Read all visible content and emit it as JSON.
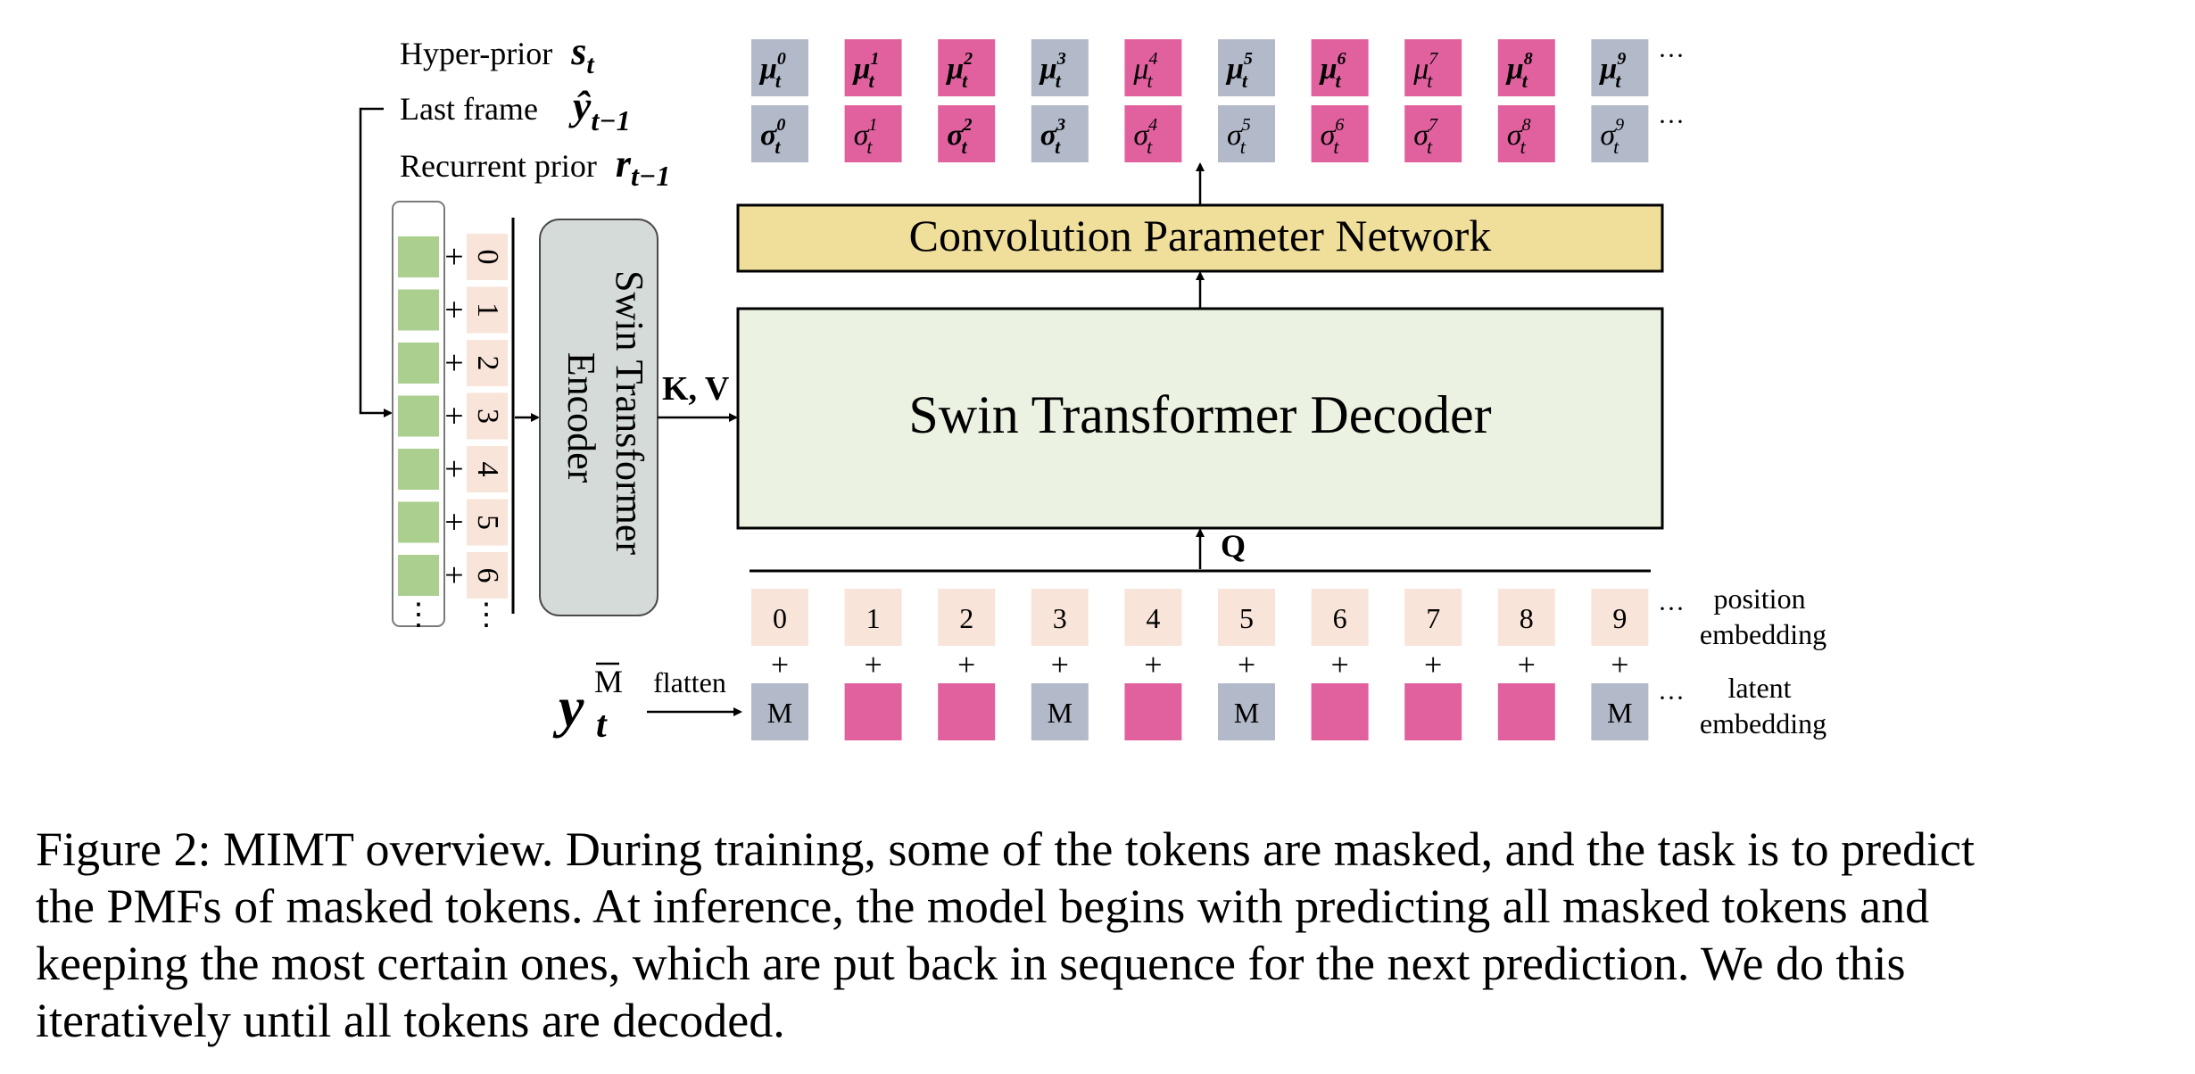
{
  "inputs": {
    "hyper_prior": {
      "label": "Hyper-prior",
      "symbol": "s",
      "sub": "t"
    },
    "last_frame": {
      "label": "Last frame",
      "symbol": "ŷ",
      "sub": "t−1"
    },
    "recurrent_prior": {
      "label": "Recurrent prior",
      "symbol": "r",
      "sub": "t−1"
    }
  },
  "encoder": {
    "label_line1": "Swin Transformer",
    "label_line2": "Encoder",
    "kv_label": "K, V",
    "plus": "+",
    "position_ids": [
      "0",
      "1",
      "2",
      "3",
      "4",
      "5",
      "6"
    ],
    "ellipsis": "⋮"
  },
  "decoder": {
    "label": "Swin Transformer Decoder",
    "q_label": "Q"
  },
  "conv_param_net": {
    "label": "Convolution Parameter Network"
  },
  "outputs": {
    "mu_symbol": "μ",
    "sigma_symbol": "σ",
    "sub": "t",
    "indices": [
      "0",
      "1",
      "2",
      "3",
      "4",
      "5",
      "6",
      "7",
      "8",
      "9"
    ],
    "mu_bold": [
      true,
      true,
      true,
      true,
      false,
      true,
      true,
      false,
      true,
      true
    ],
    "sigma_bold": [
      true,
      false,
      true,
      true,
      false,
      false,
      false,
      false,
      false,
      false
    ],
    "ellipsis": "···"
  },
  "tokens": {
    "position_ids": [
      "0",
      "1",
      "2",
      "3",
      "4",
      "5",
      "6",
      "7",
      "8",
      "9"
    ],
    "masked": [
      true,
      false,
      false,
      true,
      false,
      true,
      false,
      false,
      false,
      true
    ],
    "mask_label": "M",
    "plus": "+",
    "ellipsis": "···",
    "position_label_line1": "position",
    "position_label_line2": "embedding",
    "latent_label_line1": "latent",
    "latent_label_line2": "embedding"
  },
  "latent_input": {
    "symbol": "y",
    "sub": "t",
    "sup": "M",
    "flatten_label": "flatten"
  },
  "colors": {
    "gray_token": "#b2b9c9",
    "pink_token": "#e1619f",
    "position_bg": "#f8e4d8",
    "green_token": "#aacf8e",
    "decoder_fill": "#ebf2e1",
    "conv_fill": "#f0df9a",
    "encoder_fill": "#d5dbd9"
  },
  "caption": {
    "lines": [
      "Figure 2: MIMT overview. During training, some of the tokens are masked, and the task is to predict",
      "the PMFs of masked tokens. At inference, the model begins with predicting all masked tokens and",
      "keeping the most certain ones, which are put back in sequence for the next prediction. We do this",
      "iteratively until all tokens are decoded."
    ]
  }
}
